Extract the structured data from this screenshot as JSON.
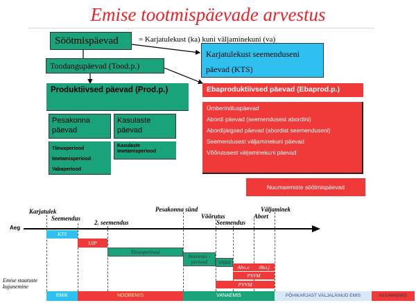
{
  "title": "Emise tootmispäevade arvestus",
  "top": {
    "sootmis_label": "Söötmispäevad",
    "equation": "= Karjatulekust (ka) kuni väljaminekuni (va)",
    "kts_line1": "Karjatulekust seemenduseni",
    "kts_line2": "päevad (KTS)",
    "tood_label": "Toodangupäevad (Tood.p.)",
    "prod_label": "Produktiivsed päevad (Prod.p.)",
    "ebaprod_label": "Ebaproduktiivsed päevad (Ebaprod.p.)",
    "pesakonna_label": "Pesakonna päevad",
    "kasulaste_label": "Kasulaste päevad",
    "pesakonna_items": [
      "Tiinusperiood",
      "Imetamisperiood",
      "Vabaperiood"
    ],
    "kasulaste_items": [
      "Kasulaste imetamisperiood"
    ],
    "ebaprod_items": [
      "Ümberindluspäevad",
      "Abordi päevad (seemendusest abordini)",
      "Abordijärgsed päevad (abordist seemenduseni)",
      "Seemendusest väljaminekuni päevad",
      "Võõrutusest väljaminekuni päevad"
    ],
    "nuumaemiste_label": "Nuumaemiste söötmispäevad"
  },
  "timeline": {
    "axis_label": "Aeg",
    "events": [
      "Karjatulek",
      "Seemendus",
      "2. seemendus",
      "Pesakonna sünd",
      "Võõrutus",
      "Seemendus",
      "Abort",
      "Väljaminek"
    ],
    "bars": [
      "KTS",
      "UIP",
      "Tiinusperiood",
      "Imetamis -periood",
      "VABA",
      "Abo.e",
      "Abo.j",
      "PSVM",
      "PVVM"
    ],
    "status_label": "Emise staatuste kujunemine",
    "statuses": [
      "EMIK",
      "NOOREMIS",
      "VANAEMIS",
      "PÕHIKARJAST VÄLJALÄINUD EMIS",
      "NUUMAEMIS"
    ]
  },
  "colors": {
    "green": "#1aa37a",
    "red": "#f03a3a",
    "cyan": "#2fc0f0",
    "title": "#e8232a"
  }
}
